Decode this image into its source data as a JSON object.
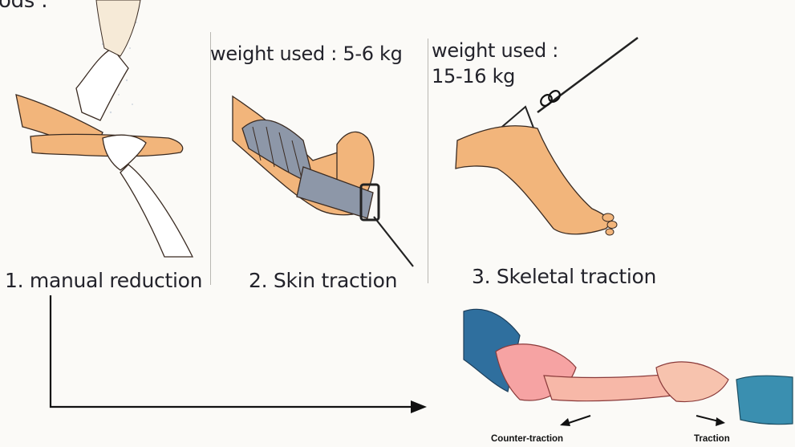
{
  "top_fragment": "ods :",
  "panels": [
    {
      "caption": "1. manual reduction"
    },
    {
      "caption": "2. Skin traction",
      "weight_text": "weight used : 5-6 kg"
    },
    {
      "caption": "3. Skeletal traction",
      "weight_line1": "weight used :",
      "weight_line2": "15-16 kg"
    }
  ],
  "bottom": {
    "counter_traction": "Counter-traction",
    "traction": "Traction"
  },
  "colors": {
    "skin": "#f2b57b",
    "glove": "#ffffff",
    "bandage": "#8d97a8",
    "sleeve_left": "#2f6f9e",
    "sleeve_right": "#3a8fb0",
    "arm_pink": "#f6a3a3"
  }
}
